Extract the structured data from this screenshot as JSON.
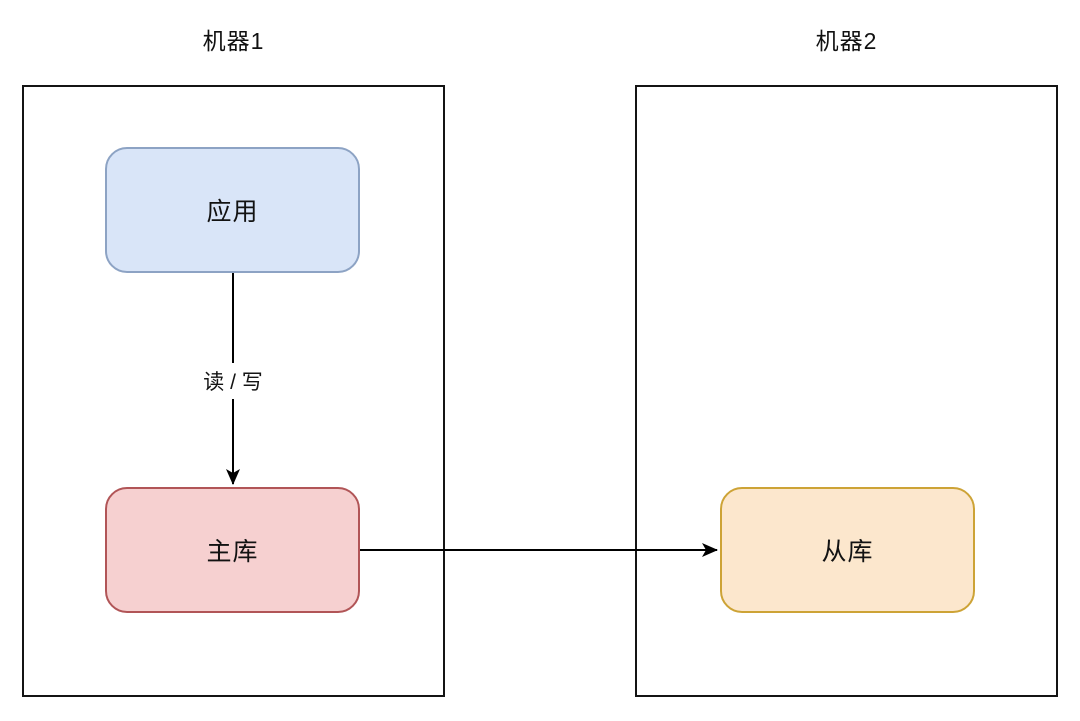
{
  "diagram": {
    "machine1": {
      "title": "机器1",
      "nodes": {
        "app": {
          "label": "应用"
        },
        "primary": {
          "label": "主库"
        }
      }
    },
    "machine2": {
      "title": "机器2",
      "nodes": {
        "replica": {
          "label": "从库"
        }
      }
    },
    "edges": {
      "app_to_primary": {
        "label": "读 / 写",
        "direction": "down"
      },
      "primary_to_replica": {
        "direction": "right"
      }
    },
    "colors": {
      "app_fill": "#d9e5f8",
      "app_border": "#8da3c4",
      "primary_fill": "#f6d0d0",
      "primary_border": "#b15557",
      "replica_fill": "#fce7cd",
      "replica_border": "#cda336",
      "container_border": "#141414",
      "arrow": "#000000"
    }
  }
}
